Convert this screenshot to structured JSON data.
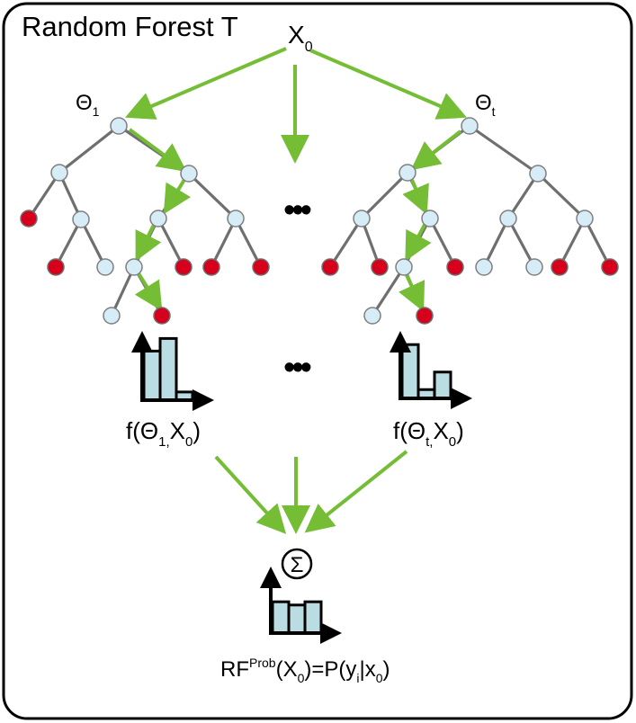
{
  "title": "Random Forest T",
  "input": {
    "base": "X",
    "sub": "0"
  },
  "tree1": {
    "theta_base": "Θ",
    "theta_sub": "1"
  },
  "tree_t": {
    "theta_base": "Θ",
    "theta_sub": "t"
  },
  "ellipsis": "•••",
  "output1": {
    "open": "f(Θ",
    "sub1": "1,",
    "mid": "X",
    "sub2": "0",
    "close": ")"
  },
  "output_t": {
    "open": "f(Θ",
    "sub1": "t,",
    "mid": "X",
    "sub2": "0",
    "close": ")"
  },
  "aggregator_symbol": "Σ",
  "final": {
    "rf": "RF",
    "sup": "Prob",
    "open": "(X",
    "sub_x": "0",
    "eq": ")=P(y",
    "sub_y": "i",
    "bar": "|x",
    "sub_x2": "0",
    "close": ")"
  },
  "histograms": {
    "tree1": [
      0.78,
      0.98,
      0.13
    ],
    "tree_t": [
      0.92,
      0.15,
      0.45
    ],
    "final": [
      0.58,
      0.52,
      0.58
    ]
  },
  "colors": {
    "arrow": "#74bd35",
    "inner_node": "#d6ecf7",
    "leaf_red": "#d6001c",
    "bar_fill": "#b9dde3"
  }
}
